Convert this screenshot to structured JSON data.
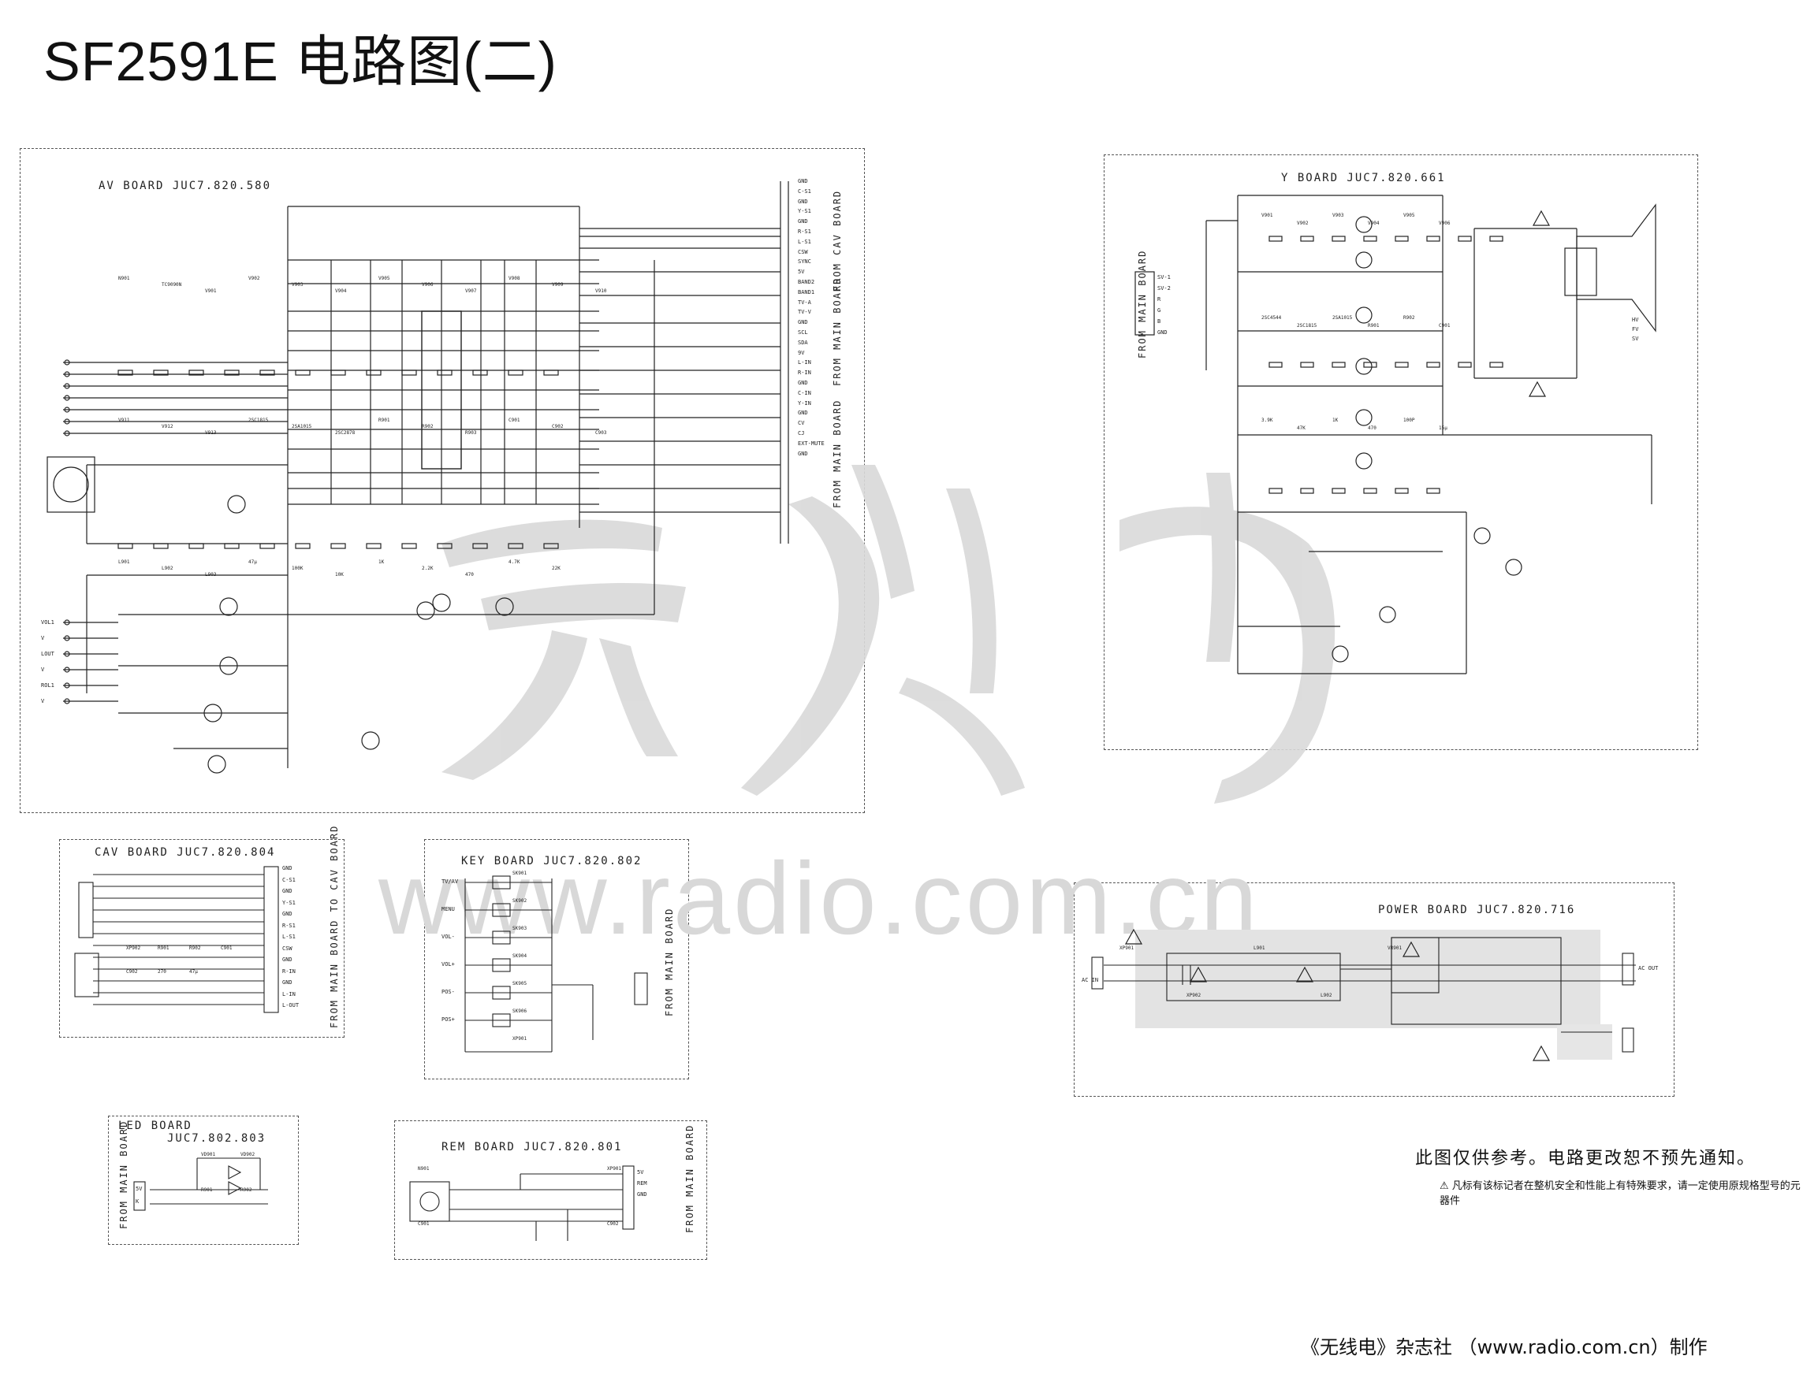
{
  "title": "SF2591E 电路图(二)",
  "boards": {
    "av": {
      "label": "AV BOARD  JUC7.820.580"
    },
    "y": {
      "label": "Y BOARD   JUC7.820.661"
    },
    "cav": {
      "label": "CAV BOARD     JUC7.820.804"
    },
    "key": {
      "label": "KEY BOARD     JUC7.820.802"
    },
    "power": {
      "label": "POWER BOARD JUC7.820.716"
    },
    "led": {
      "label": "LED BOARD",
      "label2": "JUC7.802.803"
    },
    "rem": {
      "label": "REM BOARD      JUC7.820.801"
    }
  },
  "side_labels": {
    "from_cav_board": "FROM CAV BOARD",
    "from_main_board_1": "FROM MAIN BOARD",
    "from_main_board_2": "FROM MAIN BOARD",
    "from_main_board_y": "FROM MAIN BOARD",
    "from_main_board_to_cav": "FROM MAIN BOARD TO CAV BOARD",
    "from_main_board_key": "FROM MAIN BOARD",
    "from_main_board_led": "FROM MAIN BOARD",
    "from_main_board_rem": "FROM MAIN BOARD"
  },
  "connectors": {
    "xp906_pins": [
      "GND",
      "C-S1",
      "GND",
      "Y-S1",
      "GND",
      "R-S1",
      "L-S1",
      "CSW",
      "SYNC",
      "5V",
      "BAND2",
      "BAND1",
      "TV-A",
      "TV-V",
      "GND",
      "SCL",
      "SDA",
      "9V",
      "L-IN",
      "R-IN",
      "GND",
      "C-IN",
      "Y-IN",
      "GND",
      "CV",
      "CJ",
      "EXT-MUTE",
      "GND"
    ],
    "xp901_pins": [
      "VOL1",
      "V",
      "LOUT",
      "V",
      "ROL1",
      "V"
    ],
    "cav_pins": [
      "GND",
      "C-S1",
      "GND",
      "Y-S1",
      "GND",
      "R-S1",
      "L-S1",
      "CSW",
      "GND",
      "R-IN",
      "GND",
      "L-IN",
      "L-OUT"
    ],
    "key_labels": [
      "TV/AV",
      "MENU",
      "VOL-",
      "VOL+",
      "POS-",
      "POS+"
    ],
    "rem_pins": [
      "5V",
      "REM",
      "GND"
    ],
    "led_pins": [
      "5V",
      "K"
    ],
    "y_input_pins": [
      "SV-1",
      "SV-2",
      "R",
      "G",
      "B",
      "GND"
    ],
    "y_output_pins": [
      "HV",
      "FV",
      "SV"
    ],
    "power_labels": [
      "AC IN",
      "AC OUT"
    ]
  },
  "components": {
    "av": [
      "N901",
      "TC9090N",
      "V901",
      "V902",
      "V903",
      "V904",
      "V905",
      "V906",
      "V907",
      "V908",
      "V909",
      "V910",
      "V911",
      "V912",
      "V913",
      "2SC1815",
      "2SA1015",
      "2SC2878",
      "R901",
      "R902",
      "R903",
      "C901",
      "C902",
      "C903",
      "L901",
      "L902",
      "L903",
      "47μ",
      "100K",
      "10K",
      "1K",
      "2.2K",
      "470",
      "4.7K",
      "22K"
    ],
    "y": [
      "V901",
      "V902",
      "V903",
      "V904",
      "V905",
      "V906",
      "2SC4544",
      "2SC1815",
      "2SA1015",
      "R901",
      "R902",
      "C901",
      "3.9K",
      "47K",
      "1K",
      "470",
      "100P",
      "15μ"
    ],
    "cav": [
      "XP902",
      "R901",
      "R902",
      "C901",
      "C902",
      "270",
      "47μ"
    ],
    "key": [
      "SK901",
      "SK902",
      "SK903",
      "SK904",
      "SK905",
      "SK906",
      "XP901"
    ],
    "led": [
      "VD901",
      "VD902",
      "R901",
      "R902"
    ],
    "rem": [
      "N901",
      "XP901",
      "C901",
      "C902"
    ],
    "power": [
      "XP901",
      "XP902",
      "L901",
      "L902",
      "VR901"
    ]
  },
  "notes": {
    "disclaimer": "此图仅供参考。电路更改恕不预先通知。",
    "safety": "⚠ 凡标有该标记者在整机安全和性能上有特殊要求，请一定使用原规格型号的元器件"
  },
  "watermark": {
    "site": "www.radio.com.cn"
  },
  "footer": "《无线电》杂志社 （www.radio.com.cn）制作"
}
